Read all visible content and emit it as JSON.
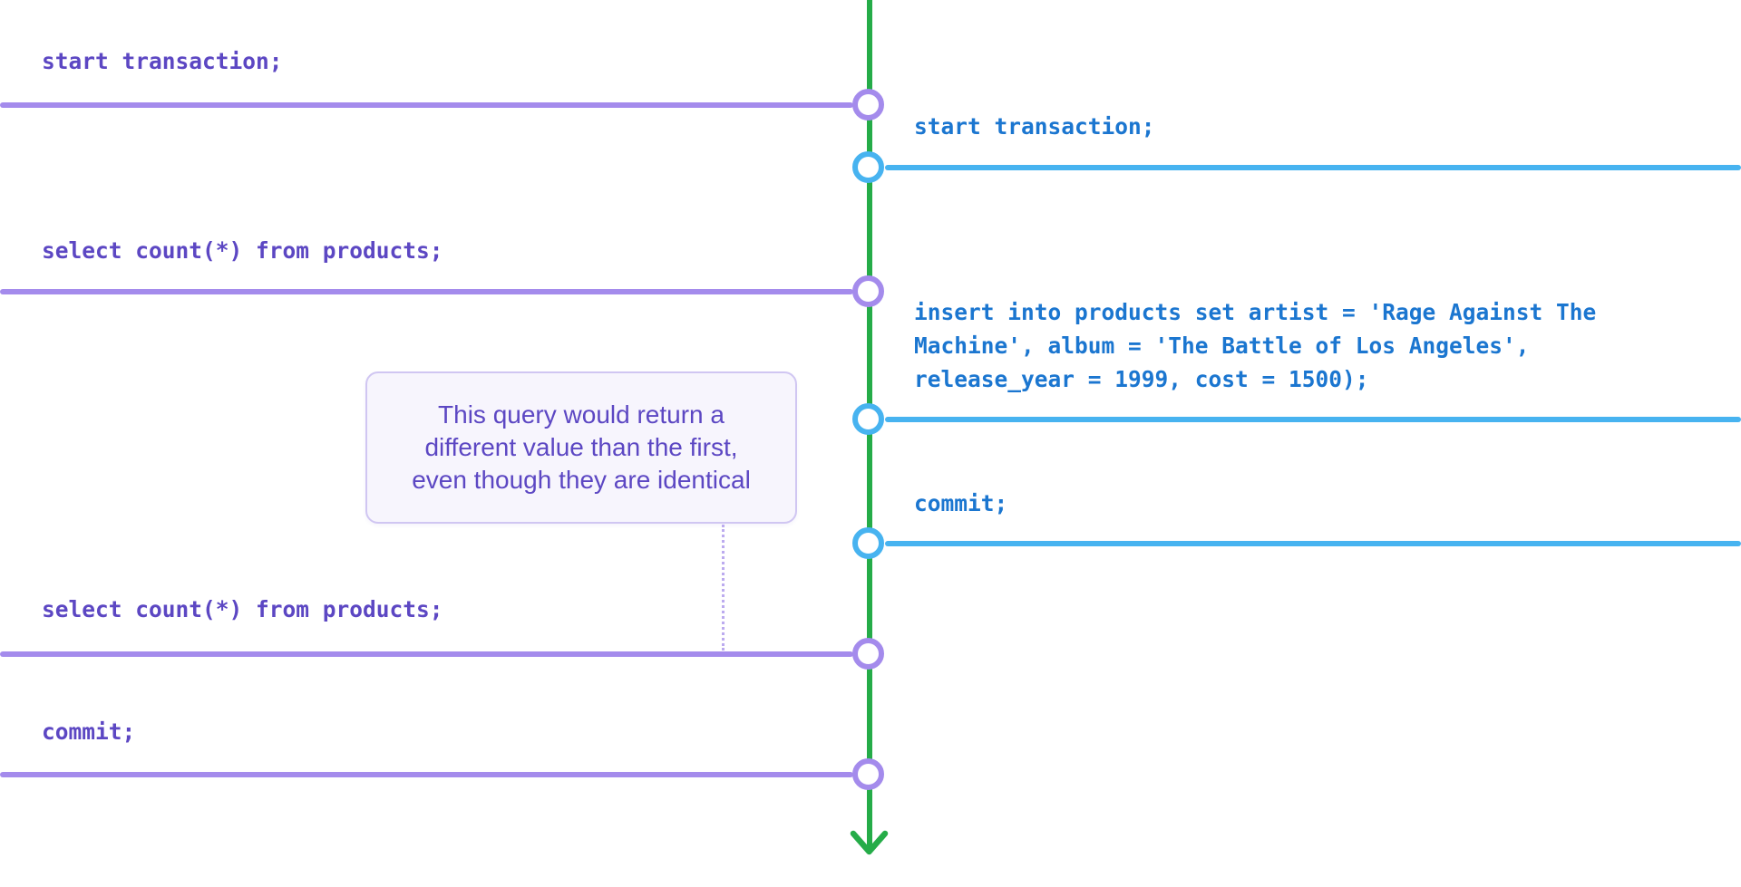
{
  "diagram": {
    "kind": "transaction-timeline-diagram",
    "colors": {
      "green_line": "#25AC48",
      "purple_line": "#A48BEC",
      "purple_text": "#5C47C3",
      "blue_line": "#47B3F0",
      "blue_text": "#1B76D0",
      "tooltip_bg": "#F7F5FD",
      "tooltip_border": "#D0C6F2",
      "connector_dotted": "#BCABEF"
    },
    "left_session": {
      "events": [
        {
          "label": "start transaction;"
        },
        {
          "label": "select count(*) from products;"
        },
        {
          "label": "select count(*) from products;"
        },
        {
          "label": "commit;"
        }
      ]
    },
    "right_session": {
      "events": [
        {
          "label": "start transaction;"
        },
        {
          "label": "insert into products set artist = 'Rage Against The Machine', album = 'The Battle of Los Angeles', release_year = 1999, cost = 1500);"
        },
        {
          "label": "commit;"
        }
      ]
    },
    "tooltip": {
      "lines": [
        "This query would return a",
        "different value than the first,",
        "even though they are identical"
      ]
    }
  }
}
